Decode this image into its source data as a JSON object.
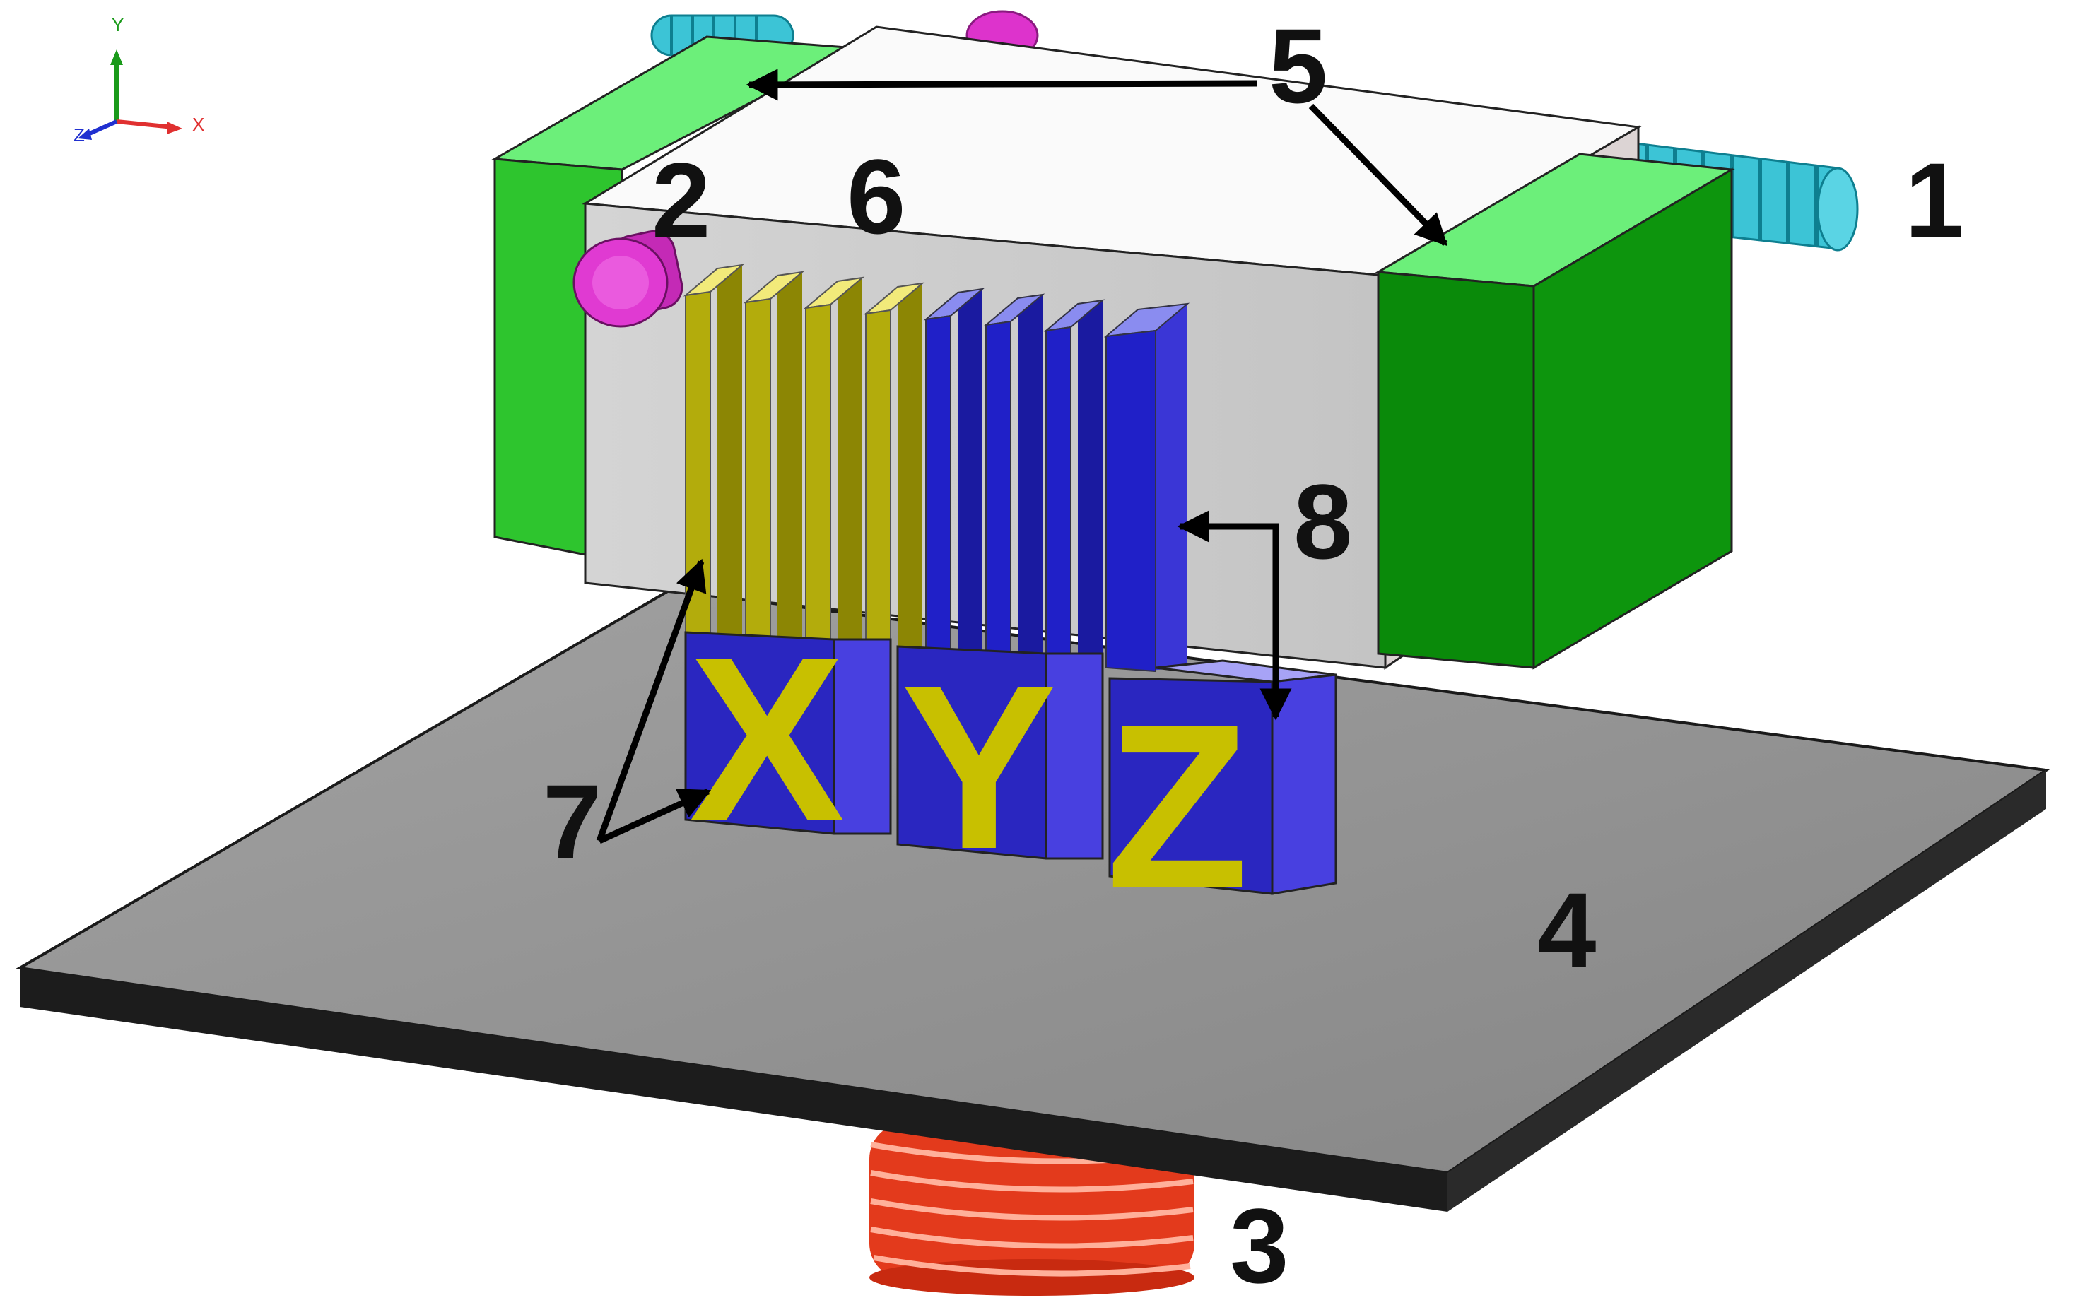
{
  "colors": {
    "background": "#ffffff",
    "base_plate_top": "#8f8f8f",
    "base_plate_edge": "#1f1f1f",
    "frame_top": "#fafafa",
    "frame_front": "#cdcdcd",
    "frame_side": "#e0dada",
    "green_top": "#66ee77",
    "green_front": "#2dc52d",
    "green_side": "#0a8a0a",
    "yellow_front": "#b3ac0c",
    "yellow_top": "#f2ea7a",
    "blue_front": "#2020c8",
    "blue_top": "#8a8cf0",
    "blue_side": "#3a36d6",
    "letter_yellow": "#c8c000",
    "cyan_screw": "#38c8d8",
    "magenta_knob": "#dd33cc",
    "red_coil": "#ee4022",
    "arrow": "#000000"
  },
  "axes": {
    "y": "Y",
    "x": "X",
    "z": "Z"
  },
  "labels": {
    "l1": "1",
    "l2": "2",
    "l3": "3",
    "l4": "4",
    "l5": "5",
    "l6": "6",
    "l7": "7",
    "l8": "8"
  },
  "blocks": {
    "x": "X",
    "y": "Y",
    "z": "Z"
  },
  "icons": {
    "triad": "axis-triad-icon"
  }
}
